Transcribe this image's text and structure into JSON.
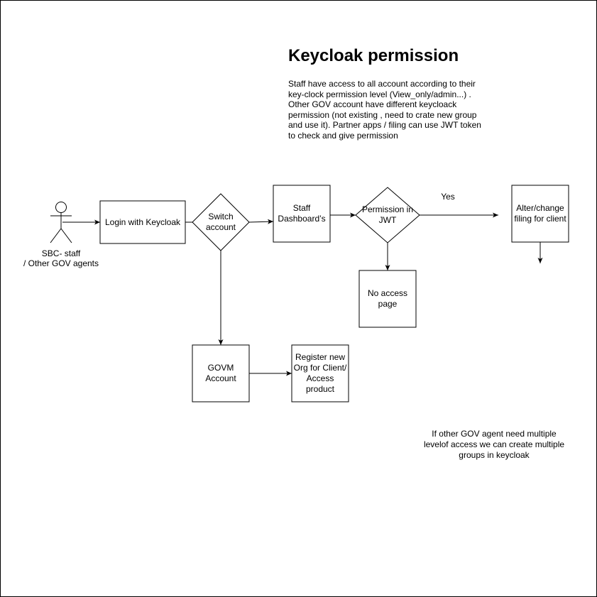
{
  "title": "Keycloak permission",
  "description": "Staff have access to all account according to their key-clock permission level (View_only/admin...) . Other GOV account have different keycloack permission (not existing , need to crate new group and use it). Partner apps / filing can use JWT token to check and give permission",
  "note": "If other GOV agent need multiple levelof access we can create multiple groups in keycloak",
  "actor": {
    "line1": "SBC- staff",
    "line2": "/ Other GOV agents"
  },
  "nodes": {
    "login": "Login with Keycloak",
    "switch": "Switch account",
    "staff_dashboard": "Staff Dashboard’s",
    "permission": "Permission in JWT",
    "alter": "Alter/change filing for client",
    "no_access": "No access page",
    "govm": "GOVM Account",
    "register": "Register new Org for Client/ Access product"
  },
  "edges": {
    "yes_label": "Yes"
  },
  "colors": {
    "stroke": "#000000",
    "fill": "#ffffff"
  }
}
